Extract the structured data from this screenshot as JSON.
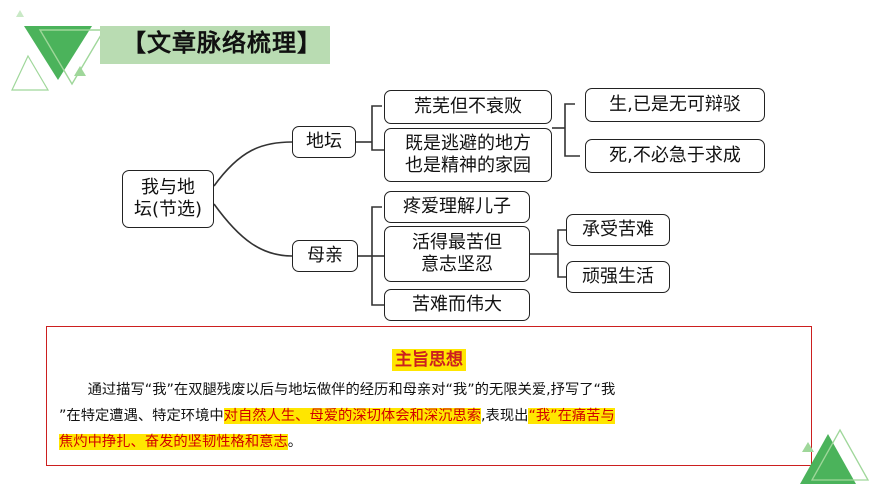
{
  "title": {
    "text": "【文章脉络梳理】"
  },
  "root": {
    "text": "我与地\n坛(节选)"
  },
  "branches": [
    {
      "label": "地坛",
      "items": [
        "荒芜但不衰败",
        "既是逃避的地方\n也是精神的家园"
      ],
      "results": [
        "生,已是无可辩驳",
        "死,不必急于求成"
      ]
    },
    {
      "label": "母亲",
      "items": [
        "疼爱理解儿子",
        "活得最苦但\n意志坚忍",
        "苦难而伟大"
      ],
      "results": [
        "承受苦难",
        "顽强生活"
      ]
    }
  ],
  "theme": {
    "heading": "主旨思想",
    "p1": "通过描写“我”在双腿残废以后与地坛做伴的经历和母亲对“我”的无限关爱,抒写了“我",
    "p2a": "”在特定遭遇、特定环境中",
    "p2b": "对自然人生、母爱的深切体会和深沉思索",
    "p2c": ",表现出",
    "p2d": "“我”在痛苦与",
    "p3a": "焦灼中挣扎、奋发的坚韧性格和意志",
    "p3b": "。"
  },
  "colors": {
    "accent_green": "#6cc26a",
    "red": "#cc1f1f",
    "highlight": "#ffe600"
  }
}
